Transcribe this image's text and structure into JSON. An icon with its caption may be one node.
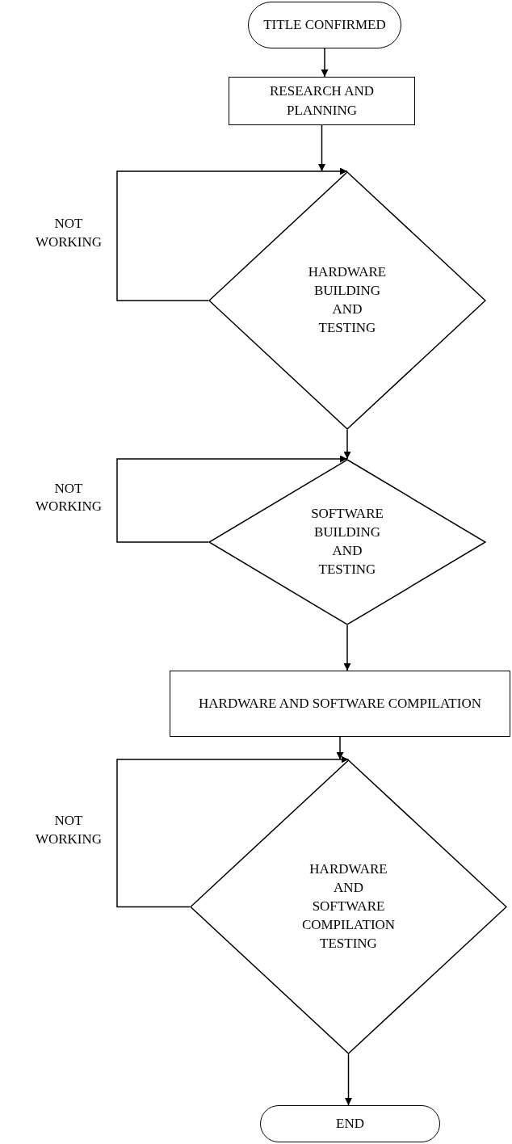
{
  "diagram": {
    "nodes": [
      {
        "text": [
          "TITLE CONFIRMED"
        ]
      },
      {
        "text": [
          "RESEARCH AND PLANNING"
        ]
      },
      {
        "text": [
          "HARDWARE BUILDING AND TESTING"
        ]
      },
      {
        "text": [
          "SOFTWARE BUILDING AND TESTING"
        ]
      },
      {
        "text": [
          "HARDWARE AND SOFTWARE COMPILATION"
        ]
      },
      {
        "text": [
          "HARDWARE AND SOFTWARE COMPILATION TESTING"
        ]
      },
      {
        "text": [
          "END"
        ]
      }
    ],
    "edges": [
      {
        "from": 0,
        "to": 1,
        "arrow": "to"
      },
      {
        "from": 1,
        "to": 2,
        "arrow": "to"
      },
      {
        "from": 2,
        "to": 2,
        "arrow": "to",
        "label": "NOT WORKING"
      },
      {
        "from": 2,
        "to": 3,
        "arrow": "to"
      },
      {
        "from": 3,
        "to": 3,
        "arrow": "to",
        "label": "NOT WORKING"
      },
      {
        "from": 3,
        "to": 4,
        "arrow": "to"
      },
      {
        "from": 4,
        "to": 5,
        "arrow": "to"
      },
      {
        "from": 5,
        "to": 5,
        "arrow": "to",
        "label": "NOT WORKING"
      },
      {
        "from": 5,
        "to": 6,
        "arrow": "to"
      }
    ]
  }
}
